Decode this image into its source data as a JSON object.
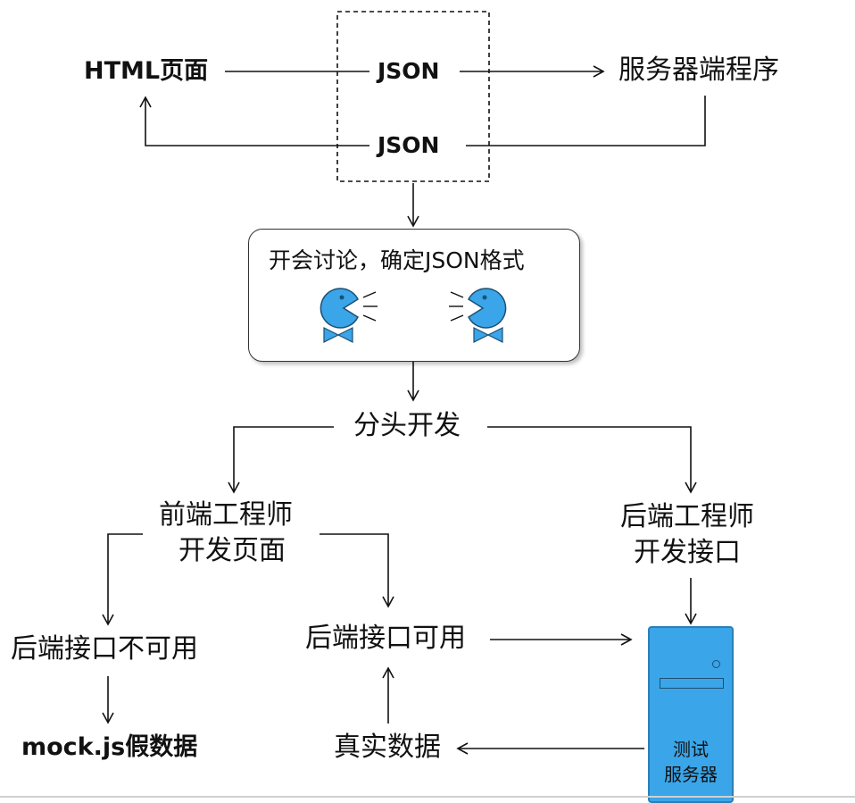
{
  "top_exchange": {
    "html_page": "HTML页面",
    "json_request": "JSON",
    "json_response": "JSON",
    "server_program": "服务器端程序"
  },
  "meeting": {
    "text": "开会讨论，确定JSON格式",
    "left_icon": "pacman-mascot-icon",
    "right_icon": "pacman-mascot-icon"
  },
  "split": {
    "label": "分头开发"
  },
  "frontend": {
    "line1": "前端工程师",
    "line2": "开发页面"
  },
  "backend": {
    "line1": "后端工程师",
    "line2": "开发接口"
  },
  "api_unavailable": "后端接口不可用",
  "mock_data": "mock.js假数据",
  "api_available": "后端接口可用",
  "real_data": "真实数据",
  "test_server": {
    "line1": "测试",
    "line2": "服务器",
    "icon": "server-tower-icon",
    "color": "#3aa5e8"
  }
}
